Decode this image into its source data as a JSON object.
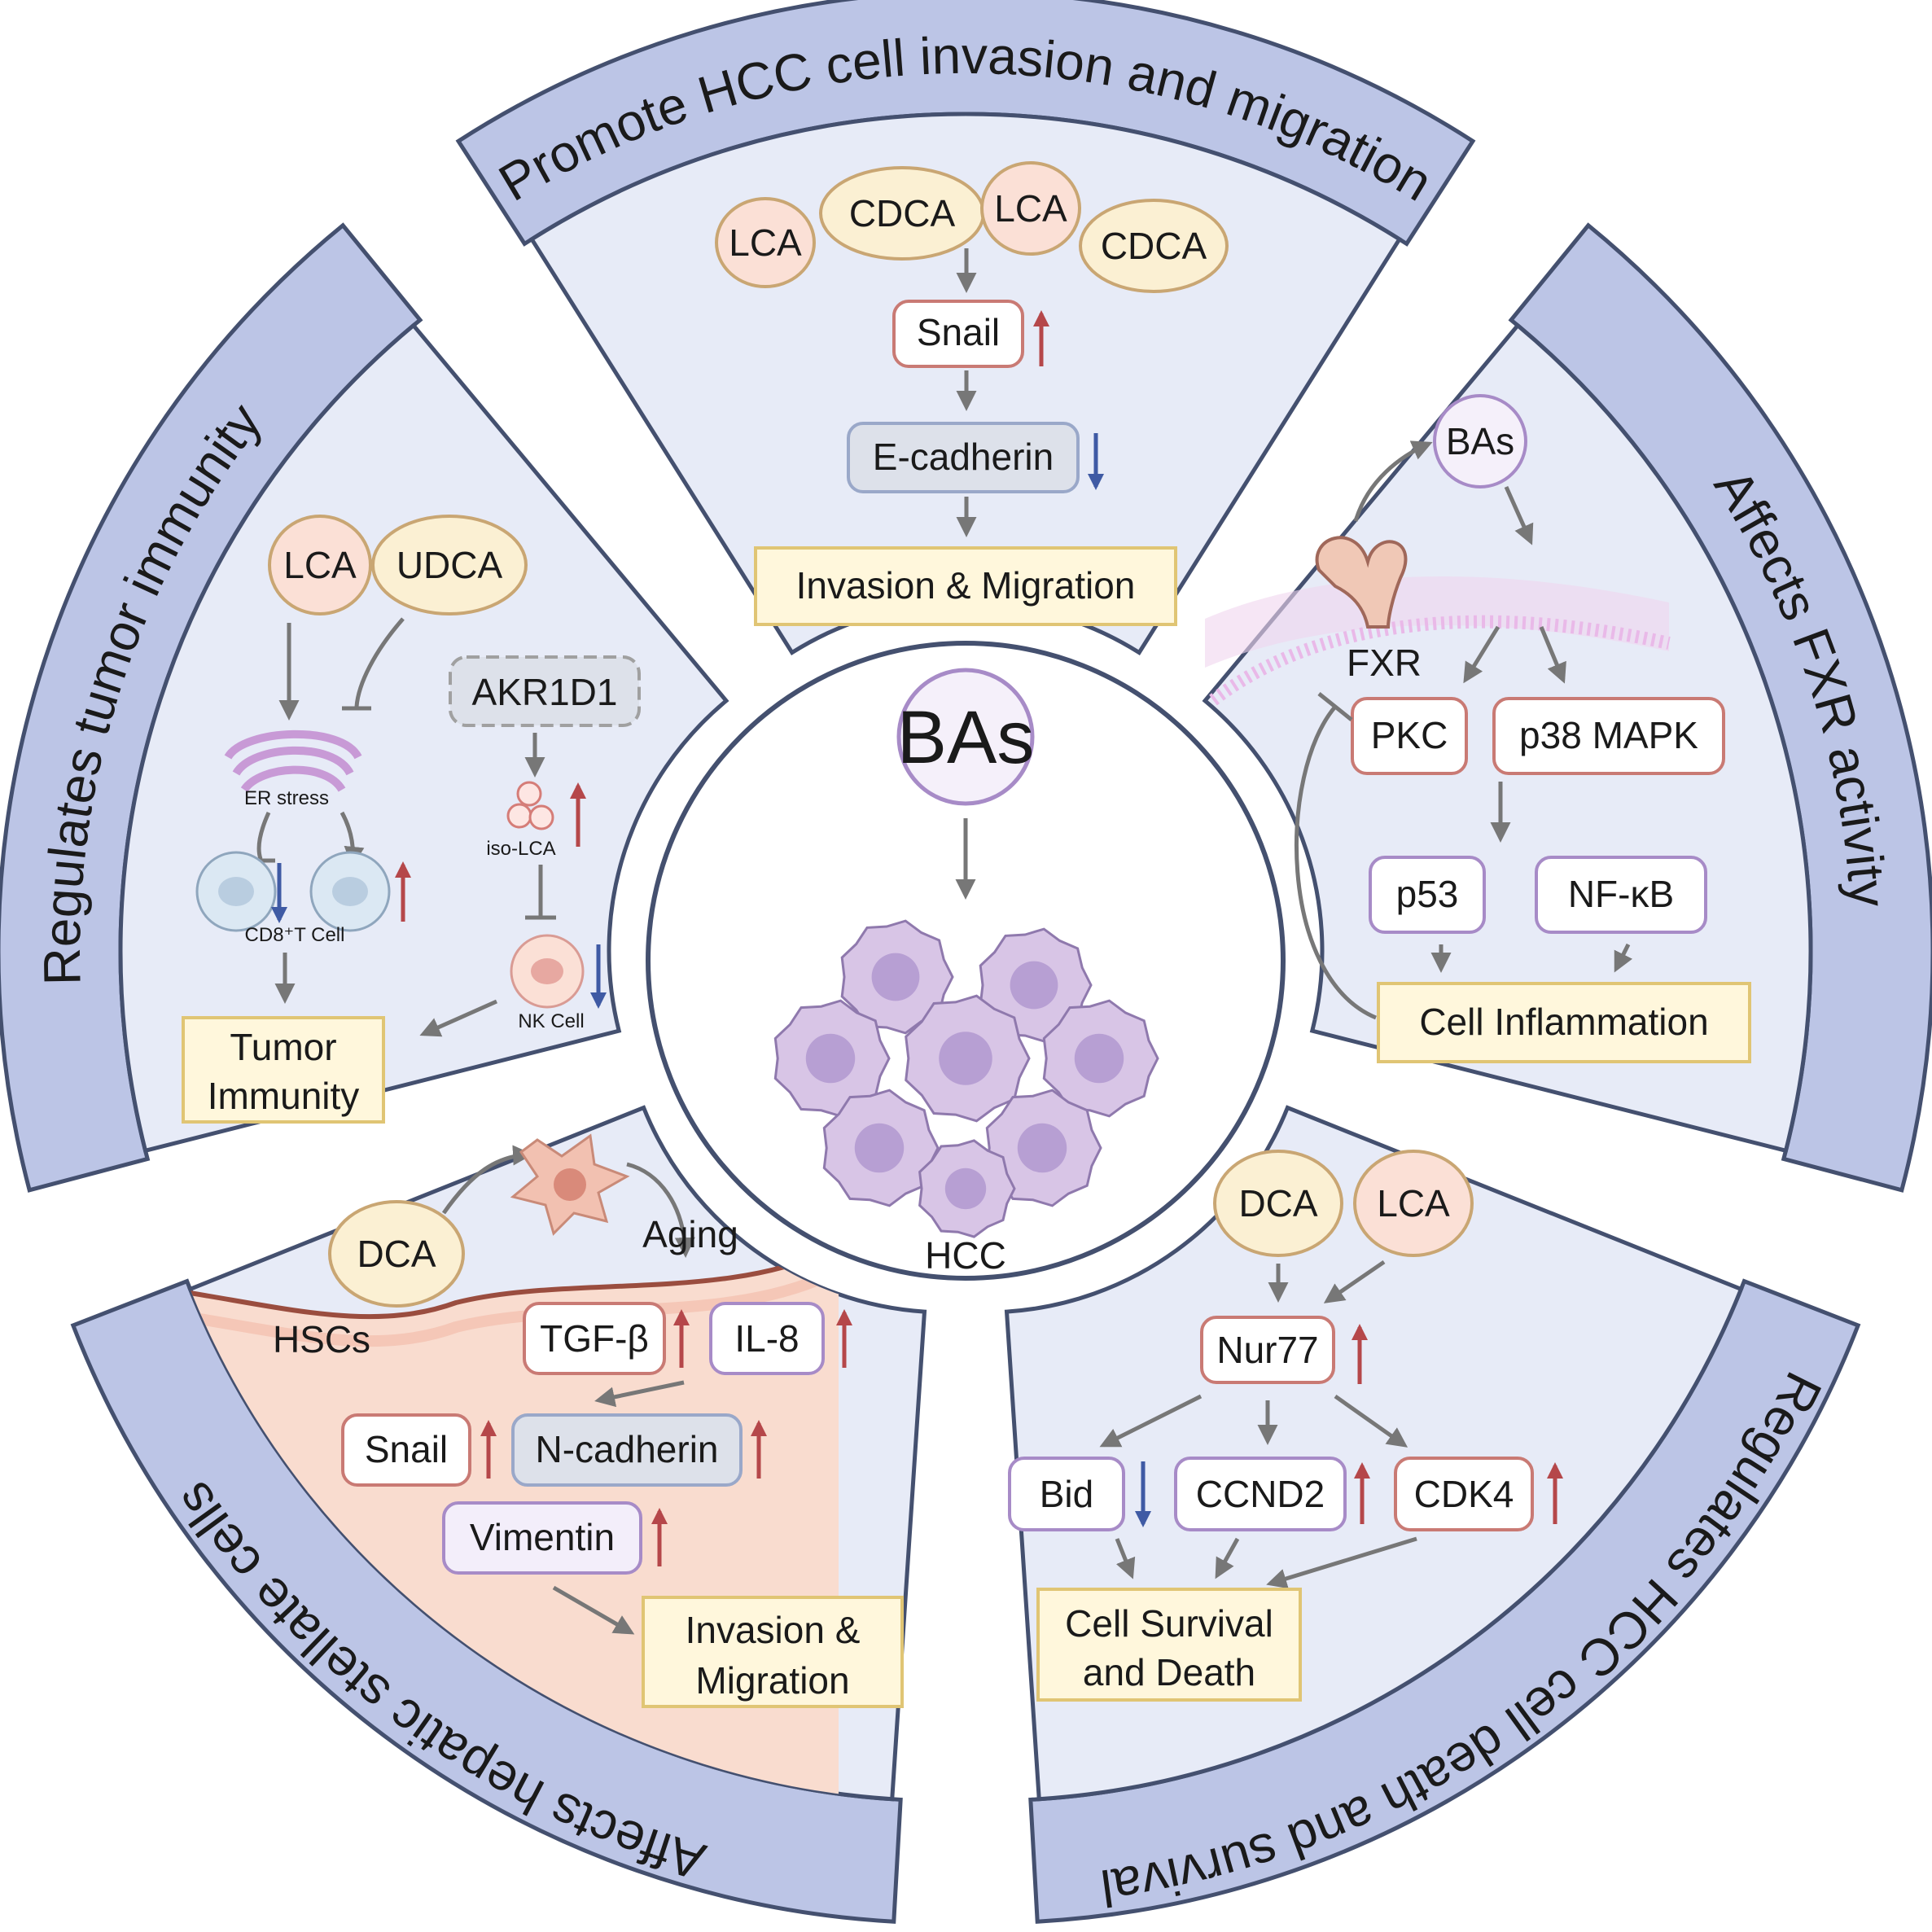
{
  "colors": {
    "band": "#bcc5e6",
    "band_stroke": "#44506f",
    "inner": "#e7ebf7",
    "acid_fill": "#fbf0d3",
    "acid_pink": "#fbe0d6",
    "box_red": "#c97a74",
    "box_purple": "#a78bc7",
    "box_gray_fill": "#dde1ea",
    "result_fill": "#fff7dc",
    "result_stroke": "#e0c574",
    "up_arrow": "#b5474a",
    "down_arrow": "#3f5aa4",
    "hsc_bg": "#f9dccf",
    "cell": "#d8c5e6",
    "cell_core": "#b79fd3"
  },
  "center": {
    "title": "BAs",
    "tumor_label": "HCC"
  },
  "sections": {
    "top": {
      "title": "Promote HCC cell invasion and migration",
      "acids": [
        "LCA",
        "CDCA",
        "LCA",
        "CDCA"
      ],
      "snail": "Snail",
      "ecad": "E-cadherin",
      "result": "Invasion & Migration"
    },
    "right": {
      "title": "Affects FXR activity",
      "bas": "BAs",
      "fxr": "FXR",
      "pkc": "PKC",
      "p38": "p38 MAPK",
      "p53": "p53",
      "nfkb": "NF-κB",
      "result": "Cell Inflammation"
    },
    "bottom_right": {
      "title": "Regulates HCC cell death and survival",
      "acids": [
        "DCA",
        "LCA"
      ],
      "nur77": "Nur77",
      "bid": "Bid",
      "ccnd2": "CCND2",
      "cdk4": "CDK4",
      "result_line1": "Cell Survival",
      "result_line2": "and Death"
    },
    "bottom_left": {
      "title": "Affects hepatic stellate cells",
      "dca": "DCA",
      "aging": "Aging",
      "hscs": "HSCs",
      "tgf": "TGF-β",
      "il8": "IL-8",
      "snail": "Snail",
      "ncad": "N-cadherin",
      "vimentin": "Vimentin",
      "result_line1": "Invasion &",
      "result_line2": "Migration"
    },
    "left": {
      "title": "Regulates tumor immunity",
      "lca": "LCA",
      "udca": "UDCA",
      "akr": "AKR1D1",
      "er": "ER stress",
      "isolca": "iso-LCA",
      "cd8": "CD8⁺T Cell",
      "nk": "NK Cell",
      "result_line1": "Tumor",
      "result_line2": "Immunity"
    }
  }
}
